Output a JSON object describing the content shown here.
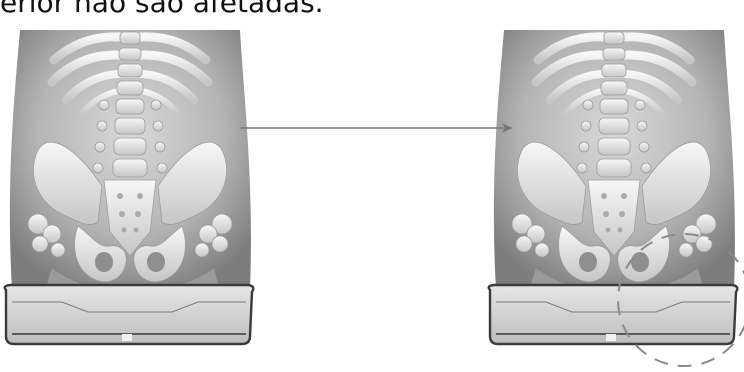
{
  "caption": {
    "text": "erior não são afetadas."
  },
  "figures": [
    {
      "subject": "torso-and-pelvis-skeleton",
      "cushion": "seat-cushion"
    },
    {
      "subject": "torso-and-pelvis-skeleton",
      "cushion": "seat-cushion",
      "highlight": "dashed-circle"
    }
  ],
  "colors": {
    "skin_light": "#e4e4e4",
    "skin_dark": "#8e8e8e",
    "bone": "#f4f4f4",
    "bone_shadow": "#bdbdbd",
    "cushion": "#d8d8d8",
    "cushion_outline": "#3a3a3a",
    "arrow": "#777777",
    "highlight": "#8a8a8a"
  }
}
